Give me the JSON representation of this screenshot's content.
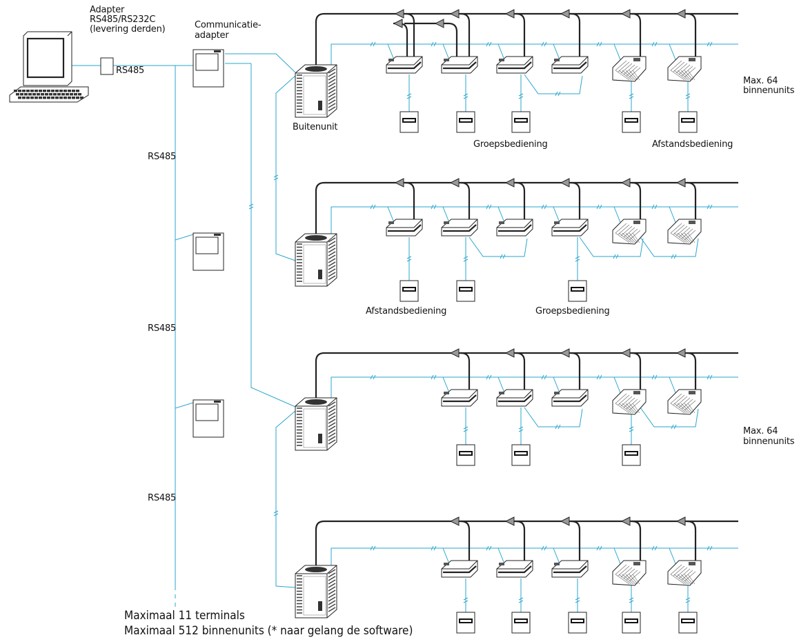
{
  "labels": {
    "adapter": "Adapter",
    "adapter_line2": "RS485/RS232C",
    "adapter_line3": "(levering derden)",
    "comm_adapter": "Communicatie-",
    "comm_adapter_line2": "adapter",
    "rs485_pc": "RS485",
    "rs485_a": "RS485",
    "rs485_b": "RS485",
    "rs485_c": "RS485",
    "outdoor_unit": "Buitenunit",
    "group_control_1": "Groepsbediening",
    "remote_control_1": "Afstandsbediening",
    "remote_control_2": "Afstandsbediening",
    "group_control_2": "Groepsbediening",
    "max_64_a": "Max. 64",
    "max_64_a_line2": "binnenunits",
    "max_64_b": "Max. 64",
    "max_64_b_line2": "binnenunits",
    "footer_1": "Maximaal 11 terminals",
    "footer_2": "Maximaal 512 binnenunits (* naar gelang de software)"
  },
  "colors": {
    "line": "#2aa6cc",
    "pipe": "#222222",
    "valve": "#999999"
  }
}
